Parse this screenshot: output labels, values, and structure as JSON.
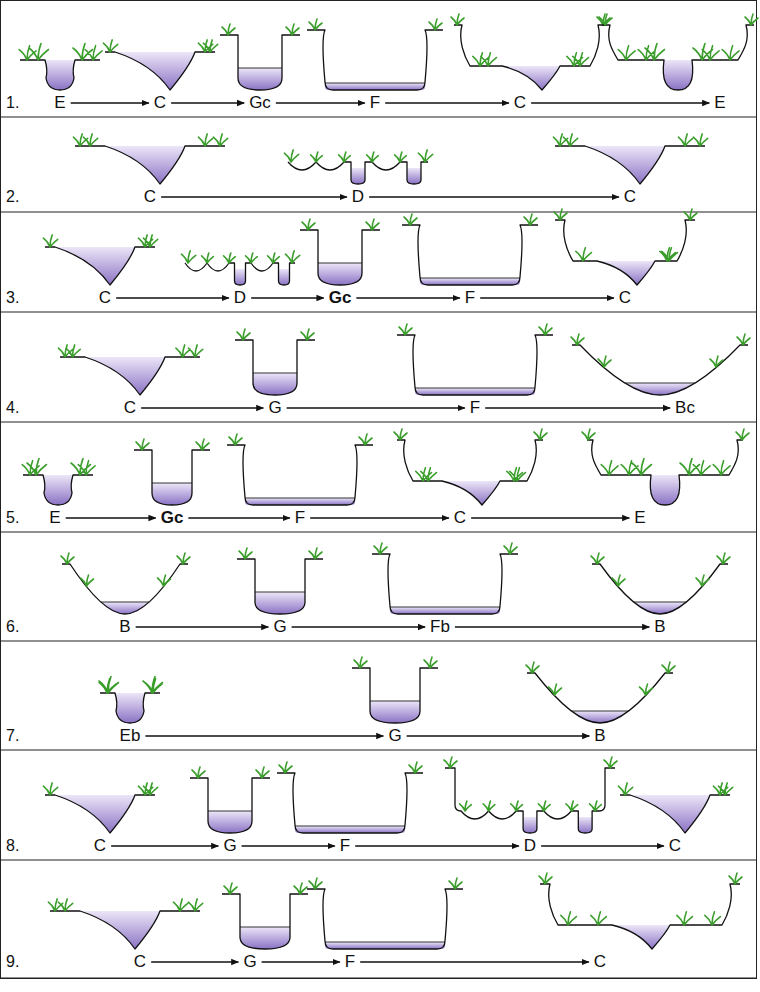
{
  "diagram": {
    "nodes": [
      {
        "text": [
          "E"
        ]
      },
      {
        "text": [
          "C"
        ]
      },
      {
        "text": [
          "Gc"
        ]
      },
      {
        "text": [
          "F"
        ]
      },
      {
        "text": [
          "C"
        ]
      },
      {
        "text": [
          "E"
        ]
      },
      {
        "text": [
          "C"
        ]
      },
      {
        "text": [
          "D"
        ]
      },
      {
        "text": [
          "C"
        ]
      },
      {
        "text": [
          "C"
        ]
      },
      {
        "text": [
          "D"
        ]
      },
      {
        "text": [
          "Gc"
        ]
      },
      {
        "text": [
          "F"
        ]
      },
      {
        "text": [
          "C"
        ]
      },
      {
        "text": [
          "C"
        ]
      },
      {
        "text": [
          "G"
        ]
      },
      {
        "text": [
          "F"
        ]
      },
      {
        "text": [
          "Bc"
        ]
      },
      {
        "text": [
          "E"
        ]
      },
      {
        "text": [
          "Gc"
        ]
      },
      {
        "text": [
          "F"
        ]
      },
      {
        "text": [
          "C"
        ]
      },
      {
        "text": [
          "E"
        ]
      },
      {
        "text": [
          "B"
        ]
      },
      {
        "text": [
          "G"
        ]
      },
      {
        "text": [
          "Fb"
        ]
      },
      {
        "text": [
          "B"
        ]
      },
      {
        "text": [
          "Eb"
        ]
      },
      {
        "text": [
          "G"
        ]
      },
      {
        "text": [
          "B"
        ]
      },
      {
        "text": [
          "C"
        ]
      },
      {
        "text": [
          "G"
        ]
      },
      {
        "text": [
          "F"
        ]
      },
      {
        "text": [
          "D"
        ]
      },
      {
        "text": [
          "C"
        ]
      },
      {
        "text": [
          "C"
        ]
      },
      {
        "text": [
          "G"
        ]
      },
      {
        "text": [
          "F"
        ]
      },
      {
        "text": [
          "C"
        ]
      }
    ],
    "edges": [
      {
        "from": 0,
        "to": 1,
        "arrow": "to"
      },
      {
        "from": 1,
        "to": 2,
        "arrow": "to"
      },
      {
        "from": 2,
        "to": 3,
        "arrow": "to"
      },
      {
        "from": 3,
        "to": 4,
        "arrow": "to"
      },
      {
        "from": 4,
        "to": 5,
        "arrow": "to"
      },
      {
        "from": 6,
        "to": 7,
        "arrow": "to"
      },
      {
        "from": 7,
        "to": 8,
        "arrow": "to"
      },
      {
        "from": 9,
        "to": 10,
        "arrow": "to"
      },
      {
        "from": 10,
        "to": 11,
        "arrow": "to"
      },
      {
        "from": 11,
        "to": 12,
        "arrow": "to"
      },
      {
        "from": 12,
        "to": 13,
        "arrow": "to"
      },
      {
        "from": 14,
        "to": 15,
        "arrow": "to"
      },
      {
        "from": 15,
        "to": 16,
        "arrow": "to"
      },
      {
        "from": 16,
        "to": 17,
        "arrow": "to"
      },
      {
        "from": 18,
        "to": 19,
        "arrow": "to"
      },
      {
        "from": 19,
        "to": 20,
        "arrow": "to"
      },
      {
        "from": 20,
        "to": 21,
        "arrow": "to"
      },
      {
        "from": 21,
        "to": 22,
        "arrow": "to"
      },
      {
        "from": 23,
        "to": 24,
        "arrow": "to"
      },
      {
        "from": 24,
        "to": 25,
        "arrow": "to"
      },
      {
        "from": 25,
        "to": 26,
        "arrow": "to"
      },
      {
        "from": 27,
        "to": 28,
        "arrow": "to"
      },
      {
        "from": 28,
        "to": 29,
        "arrow": "to"
      },
      {
        "from": 30,
        "to": 31,
        "arrow": "to"
      },
      {
        "from": 31,
        "to": 32,
        "arrow": "to"
      },
      {
        "from": 32,
        "to": 33,
        "arrow": "to"
      },
      {
        "from": 33,
        "to": 34,
        "arrow": "to"
      },
      {
        "from": 35,
        "to": 36,
        "arrow": "to"
      },
      {
        "from": 36,
        "to": 37,
        "arrow": "to"
      },
      {
        "from": 37,
        "to": 38,
        "arrow": "to"
      }
    ],
    "labels": [
      "1.",
      "2.",
      "3.",
      "4.",
      "5.",
      "6.",
      "7.",
      "8.",
      "9."
    ]
  }
}
